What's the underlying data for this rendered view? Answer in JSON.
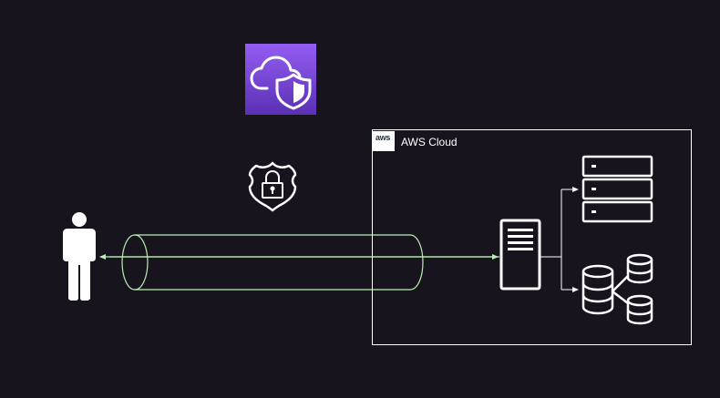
{
  "diagram": {
    "group_label": "AWS Cloud",
    "aws_logo_text": "aws",
    "nodes": {
      "user": "user-icon",
      "shield_service": "cloud-shield-icon",
      "security_badge": "lock-badge-icon",
      "tunnel": "encrypted-tunnel",
      "server": "server-icon",
      "storage": "storage-rack-icon",
      "databases": "database-cluster-icon"
    },
    "colors": {
      "background": "#18141d",
      "line": "#b8f0b0",
      "group_border": "#ffffff",
      "service_icon_gradient_top": "#945df2",
      "service_icon_gradient_bottom": "#5a30b5"
    }
  }
}
